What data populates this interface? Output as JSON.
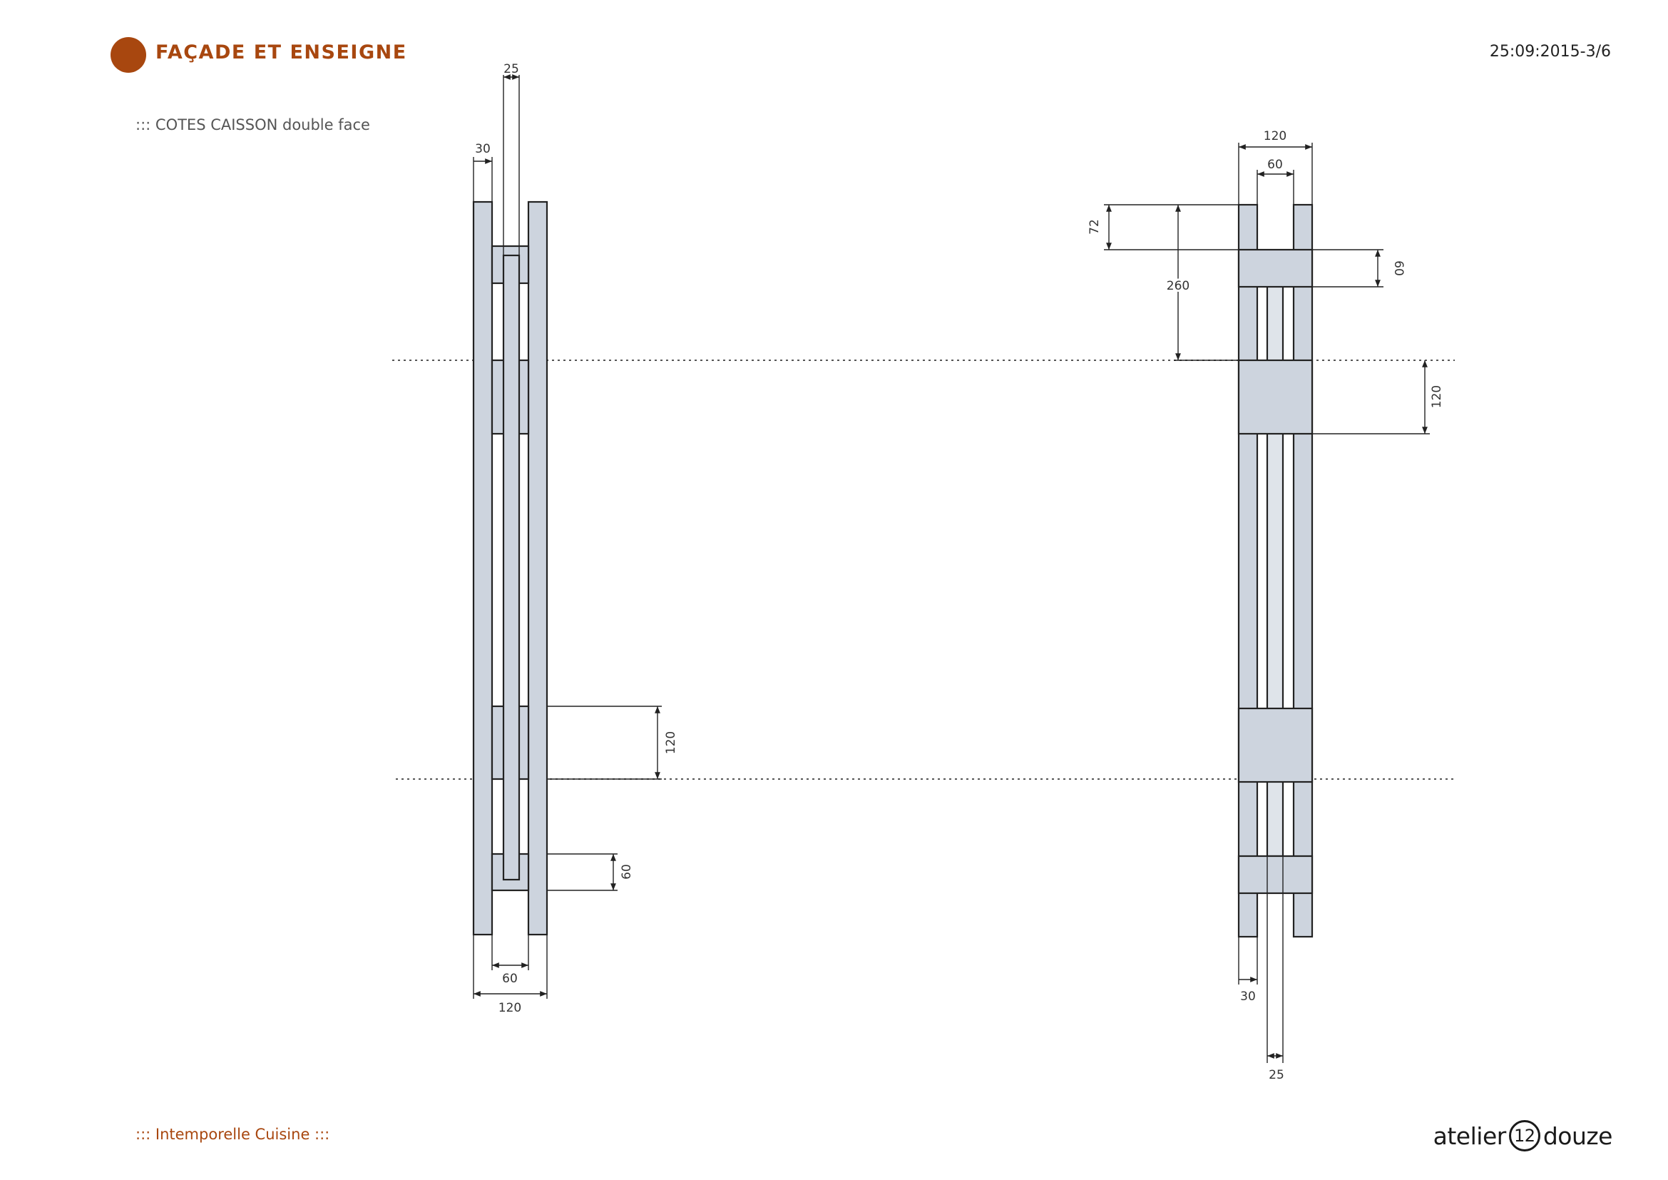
{
  "header": {
    "title": "FAÇADE ET ENSEIGNE",
    "date": "25:09:2015-3/6"
  },
  "subtitle": "::: COTES CAISSON double face",
  "footer": {
    "project": "::: Intemporelle Cuisine :::",
    "logo_left": "atelier",
    "logo_badge": "12",
    "logo_right": "douze"
  },
  "colors": {
    "accent": "#a8470f",
    "panel_fill": "#cdd4de",
    "line": "#222222"
  },
  "dimensions": {
    "left_25": "25",
    "left_30": "30",
    "left_120_mid": "120",
    "left_60_low": "60",
    "left_60_bottom": "60",
    "left_120_bottom": "120",
    "right_120_top": "120",
    "right_60_top": "60",
    "right_72": "72",
    "right_260": "260",
    "right_60_side": "60",
    "right_120_side": "120",
    "right_30": "30",
    "right_25": "25"
  }
}
